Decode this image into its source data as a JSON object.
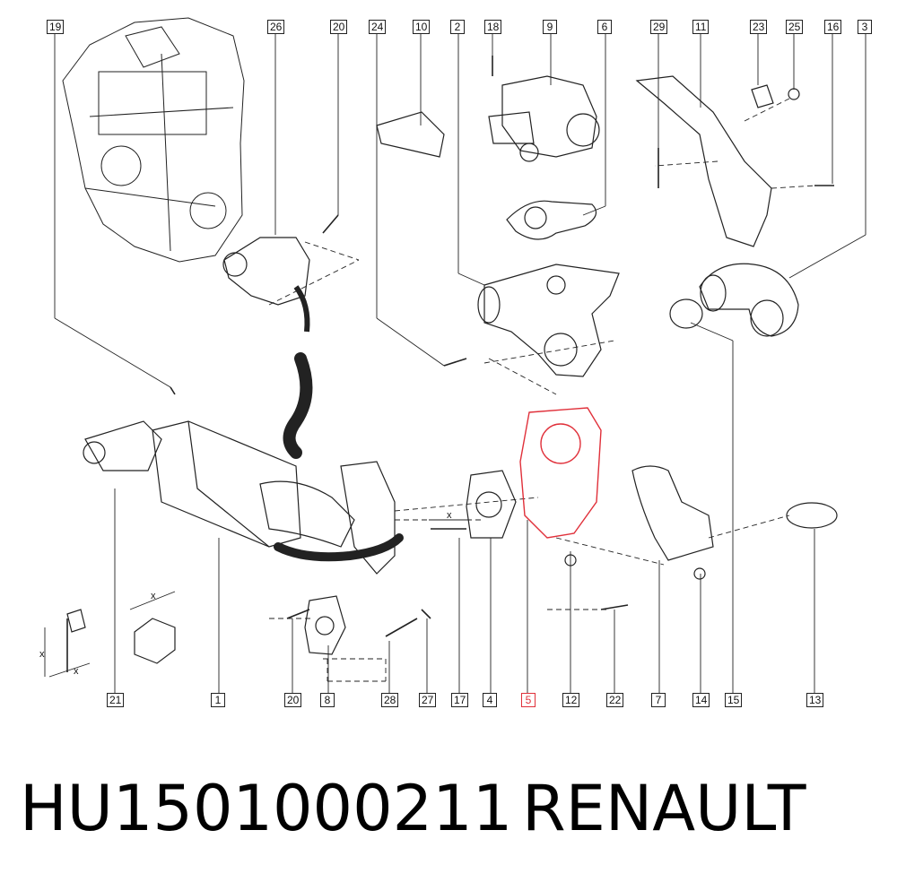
{
  "diagram": {
    "callouts_top": [
      "19",
      "26",
      "20",
      "24",
      "10",
      "2",
      "18",
      "9",
      "6",
      "29",
      "11",
      "23",
      "25",
      "16",
      "3"
    ],
    "callouts_bottom": [
      "21",
      "1",
      "20",
      "8",
      "28",
      "27",
      "17",
      "4",
      "5",
      "12",
      "22",
      "7",
      "14",
      "15",
      "13"
    ],
    "highlighted_callout": "5",
    "dimension_marks": [
      "x",
      "x",
      "x",
      "x"
    ],
    "highlight_color": "#e0303a",
    "line_color": "#222222"
  },
  "footer": {
    "part_number": "HU1501000211",
    "brand": "RENAULT"
  }
}
